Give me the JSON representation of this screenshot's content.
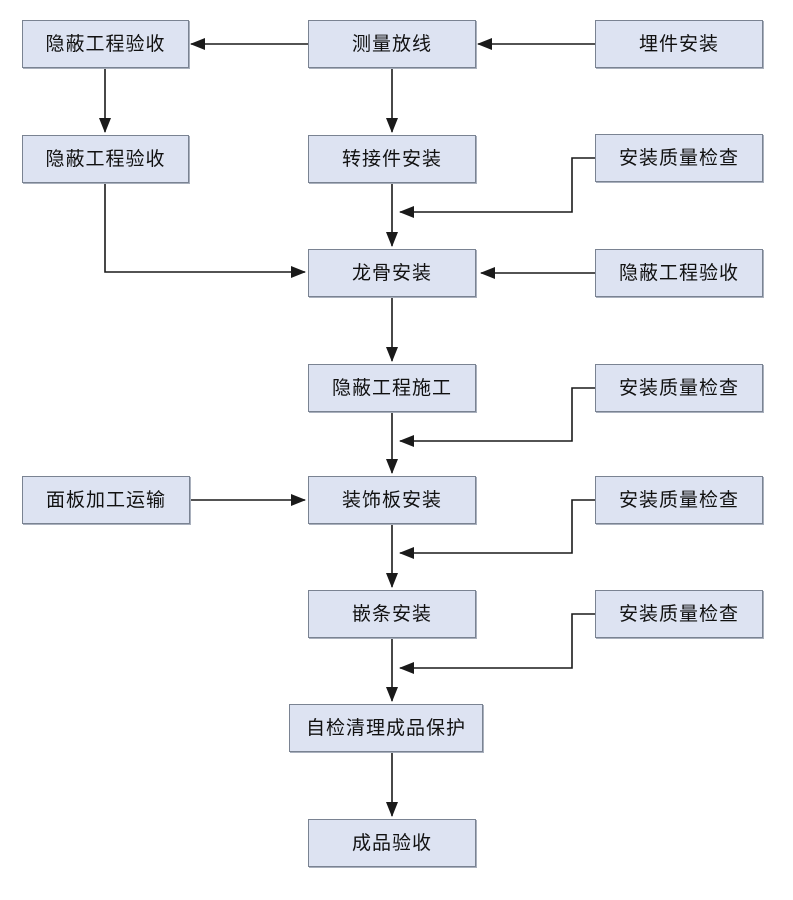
{
  "diagram": {
    "type": "flowchart",
    "background": "#ffffff",
    "colors": {
      "node_fill": "#dde3f2",
      "node_border": "#7a8392",
      "arrow": "#1a1a1a",
      "text": "#111111"
    },
    "nodes": [
      {
        "id": "hidden-works-acceptance-1",
        "label": "隐蔽工程验收"
      },
      {
        "id": "measure-set-out",
        "label": "测量放线"
      },
      {
        "id": "embedded-parts-installation",
        "label": "埋件安装"
      },
      {
        "id": "hidden-works-acceptance-2",
        "label": "隐蔽工程验收"
      },
      {
        "id": "adapter-installation",
        "label": "转接件安装"
      },
      {
        "id": "installation-quality-check-1",
        "label": "安装质量检查"
      },
      {
        "id": "keel-installation",
        "label": "龙骨安装"
      },
      {
        "id": "hidden-works-acceptance-3",
        "label": "隐蔽工程验收"
      },
      {
        "id": "hidden-works-construction",
        "label": "隐蔽工程施工"
      },
      {
        "id": "installation-quality-check-2",
        "label": "安装质量检查"
      },
      {
        "id": "panel-processing-transport",
        "label": "面板加工运输"
      },
      {
        "id": "decorative-panel-installation",
        "label": "装饰板安装"
      },
      {
        "id": "installation-quality-check-3",
        "label": "安装质量检查"
      },
      {
        "id": "trim-strip-installation",
        "label": "嵌条安装"
      },
      {
        "id": "installation-quality-check-4",
        "label": "安装质量检查"
      },
      {
        "id": "self-check-cleaning-product-protection",
        "label": "自检清理成品保护"
      },
      {
        "id": "finished-product-acceptance",
        "label": "成品验收"
      }
    ],
    "edges": [
      {
        "from": "embedded-parts-installation",
        "to": "measure-set-out"
      },
      {
        "from": "measure-set-out",
        "to": "hidden-works-acceptance-1"
      },
      {
        "from": "hidden-works-acceptance-1",
        "to": "hidden-works-acceptance-2"
      },
      {
        "from": "measure-set-out",
        "to": "adapter-installation"
      },
      {
        "from": "adapter-installation",
        "to": "keel-installation"
      },
      {
        "from": "installation-quality-check-1",
        "to": "adapter-installation/keel-installation-link"
      },
      {
        "from": "hidden-works-acceptance-2",
        "to": "keel-installation"
      },
      {
        "from": "hidden-works-acceptance-3",
        "to": "keel-installation"
      },
      {
        "from": "keel-installation",
        "to": "hidden-works-construction"
      },
      {
        "from": "installation-quality-check-2",
        "to": "hidden-works-construction/decorative-panel-installation-link"
      },
      {
        "from": "hidden-works-construction",
        "to": "decorative-panel-installation"
      },
      {
        "from": "panel-processing-transport",
        "to": "decorative-panel-installation"
      },
      {
        "from": "decorative-panel-installation",
        "to": "trim-strip-installation"
      },
      {
        "from": "installation-quality-check-3",
        "to": "decorative-panel-installation/trim-strip-installation-link"
      },
      {
        "from": "trim-strip-installation",
        "to": "self-check-cleaning-product-protection"
      },
      {
        "from": "installation-quality-check-4",
        "to": "trim-strip-installation/self-check-cleaning-product-protection-link"
      },
      {
        "from": "self-check-cleaning-product-protection",
        "to": "finished-product-acceptance"
      }
    ]
  }
}
